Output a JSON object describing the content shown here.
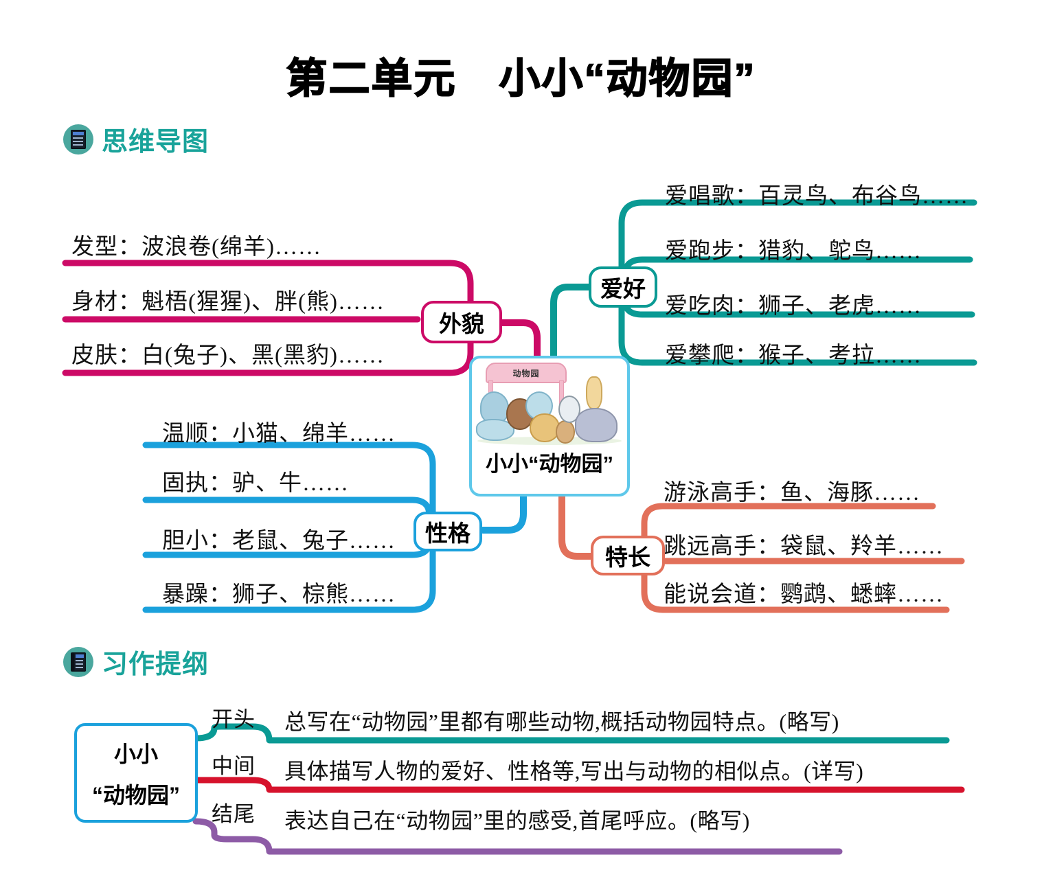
{
  "page": {
    "title": "第二单元　小小“动物园”"
  },
  "colors": {
    "appearance": "#cc0a66",
    "hobby": "#0a9a94",
    "character": "#1ba1dc",
    "talent": "#e2705a",
    "center_border": "#5ec8ea",
    "section_header": "#19a39a",
    "outline_begin": "#0a9a94",
    "outline_middle": "#d6122c",
    "outline_end": "#8d5ba6"
  },
  "sections": [
    {
      "id": "mindmap",
      "label": "思维导图",
      "icon": "book-icon"
    },
    {
      "id": "outline",
      "label": "习作提纲",
      "icon": "notebook-pen-icon"
    }
  ],
  "mindmap": {
    "center": {
      "label": "小小“动物园”",
      "gate_sign": "动物园",
      "illustration": "zoo-animals-illustration"
    },
    "branches": [
      {
        "id": "appearance",
        "label": "外貌",
        "side": "left",
        "color": "#cc0a66",
        "leaves": [
          "发型：波浪卷(绵羊)……",
          "身材：魁梧(猩猩)、胖(熊)……",
          "皮肤：白(兔子)、黑(黑豹)……"
        ]
      },
      {
        "id": "hobby",
        "label": "爱好",
        "side": "right",
        "color": "#0a9a94",
        "leaves": [
          "爱唱歌：百灵鸟、布谷鸟……",
          "爱跑步：猎豹、鸵鸟……",
          "爱吃肉：狮子、老虎……",
          "爱攀爬：猴子、考拉……"
        ]
      },
      {
        "id": "character",
        "label": "性格",
        "side": "left",
        "color": "#1ba1dc",
        "leaves": [
          "温顺：小猫、绵羊……",
          "固执：驴、牛……",
          "胆小：老鼠、兔子……",
          "暴躁：狮子、棕熊……"
        ]
      },
      {
        "id": "talent",
        "label": "特长",
        "side": "right",
        "color": "#e2705a",
        "leaves": [
          "游泳高手：鱼、海豚……",
          "跳远高手：袋鼠、羚羊……",
          "能说会道：鹦鹉、蟋蟀……"
        ]
      }
    ]
  },
  "outline": {
    "root_line1": "小小",
    "root_line2": "“动物园”",
    "rows": [
      {
        "label": "开头",
        "color": "#0a9a94",
        "text": "总写在“动物园”里都有哪些动物,概括动物园特点。(略写)"
      },
      {
        "label": "中间",
        "color": "#d6122c",
        "text": "具体描写人物的爱好、性格等,写出与动物的相似点。(详写)"
      },
      {
        "label": "结尾",
        "color": "#8d5ba6",
        "text": "表达自己在“动物园”里的感受,首尾呼应。(略写)"
      }
    ]
  }
}
